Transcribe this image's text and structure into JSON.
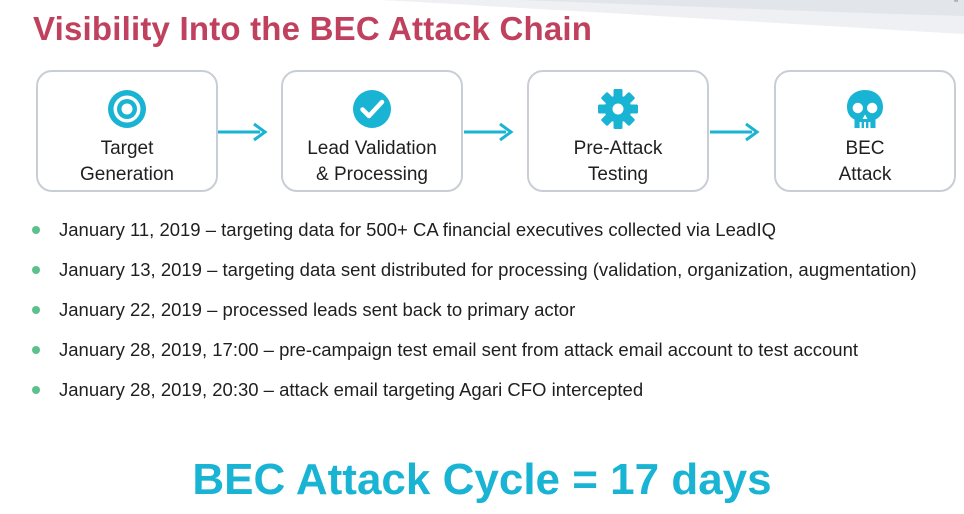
{
  "title": "Visibility Into the BEC Attack Chain",
  "corner_mark": "\"",
  "colors": {
    "title": "#c0415e",
    "accent": "#19b3d3",
    "box_border": "#c9ced6",
    "bullet": "#5cc08a"
  },
  "steps": [
    {
      "icon": "target-icon",
      "label": "Target\nGeneration"
    },
    {
      "icon": "checkmark-circle-icon",
      "label": "Lead Validation\n& Processing"
    },
    {
      "icon": "gear-icon",
      "label": "Pre-Attack\nTesting"
    },
    {
      "icon": "skull-icon",
      "label": "BEC\nAttack"
    }
  ],
  "timeline": [
    "January 11, 2019 – targeting data for 500+ CA financial executives collected via LeadIQ",
    "January 13, 2019 – targeting data sent distributed for processing (validation, organization, augmentation)",
    "January 22, 2019 – processed leads sent back to primary actor",
    "January 28, 2019, 17:00 – pre-campaign test email sent from attack email account to test account",
    "January 28, 2019, 20:30 – attack email targeting Agari CFO intercepted"
  ],
  "cycle_summary": "BEC Attack Cycle = 17 days"
}
